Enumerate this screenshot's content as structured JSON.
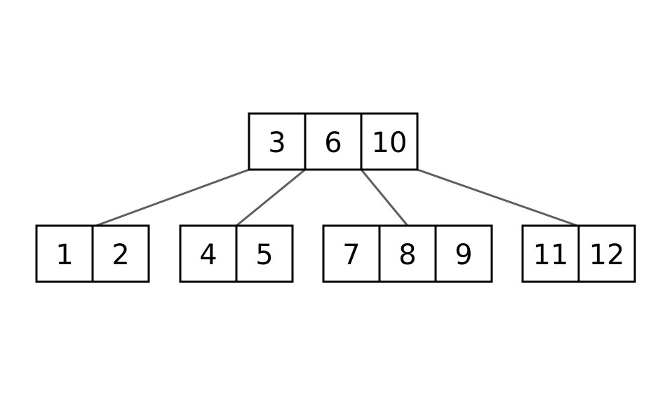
{
  "tree": {
    "root": {
      "keys": [
        "3",
        "6",
        "10"
      ]
    },
    "children": [
      {
        "keys": [
          "1",
          "2"
        ]
      },
      {
        "keys": [
          "4",
          "5"
        ]
      },
      {
        "keys": [
          "7",
          "8",
          "9"
        ]
      },
      {
        "keys": [
          "11",
          "12"
        ]
      }
    ]
  },
  "colors": {
    "node_border": "#000000",
    "edge": "#5f5f5f",
    "background": "#ffffff"
  }
}
